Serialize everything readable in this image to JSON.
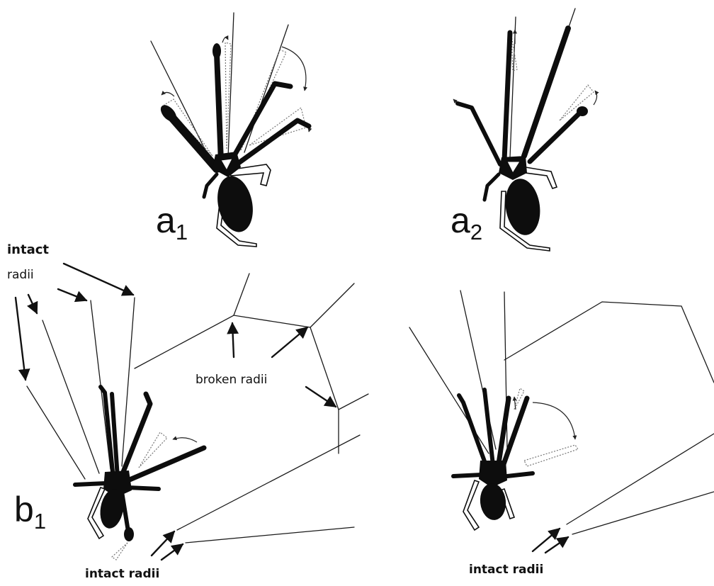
{
  "panels": {
    "a1": {
      "letter": "a",
      "sub": "1"
    },
    "a2": {
      "letter": "a",
      "sub": "2"
    },
    "b1": {
      "letter": "b",
      "sub": "1"
    }
  },
  "labels": {
    "intact_top_line1": "intact",
    "intact_top_line2": "radii",
    "broken_radii": "broken radii",
    "intact_bottom_left": "intact radii",
    "intact_bottom_right": "intact radii"
  }
}
